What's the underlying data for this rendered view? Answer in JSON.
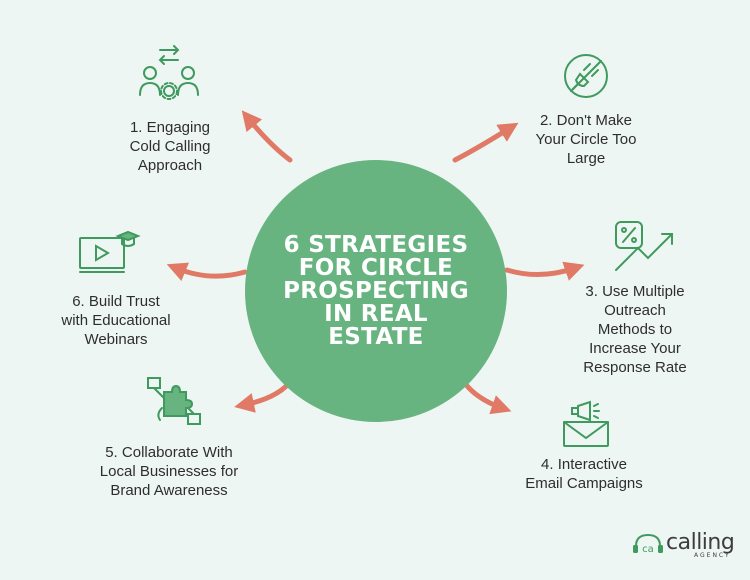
{
  "title": "6 STRATEGIES\nFOR CIRCLE\nPROSPECTING\nIN REAL ESTATE",
  "strategies": [
    {
      "label": "1. Engaging\nCold Calling\nApproach",
      "icon": "team-exchange-icon"
    },
    {
      "label": "2. Don't Make\nYour Circle Too\nLarge",
      "icon": "no-plug-icon"
    },
    {
      "label": "3. Use Multiple\nOutreach\nMethods to\nIncrease Your\nResponse Rate",
      "icon": "percent-growth-icon"
    },
    {
      "label": "4. Interactive\nEmail Campaigns",
      "icon": "email-megaphone-icon"
    },
    {
      "label": "5. Collaborate With\nLocal Businesses for\nBrand Awareness",
      "icon": "puzzle-hands-icon"
    },
    {
      "label": "6. Build Trust\nwith Educational\nWebinars",
      "icon": "webinar-icon"
    }
  ],
  "logo": {
    "word": "calling",
    "sub": "AGENCY",
    "mark": "ca"
  },
  "colors": {
    "background": "#eef6f3",
    "circle": "#67b481",
    "arrow": "#e07a66",
    "icon": "#3f9a5e",
    "text": "#2e2e2e"
  }
}
